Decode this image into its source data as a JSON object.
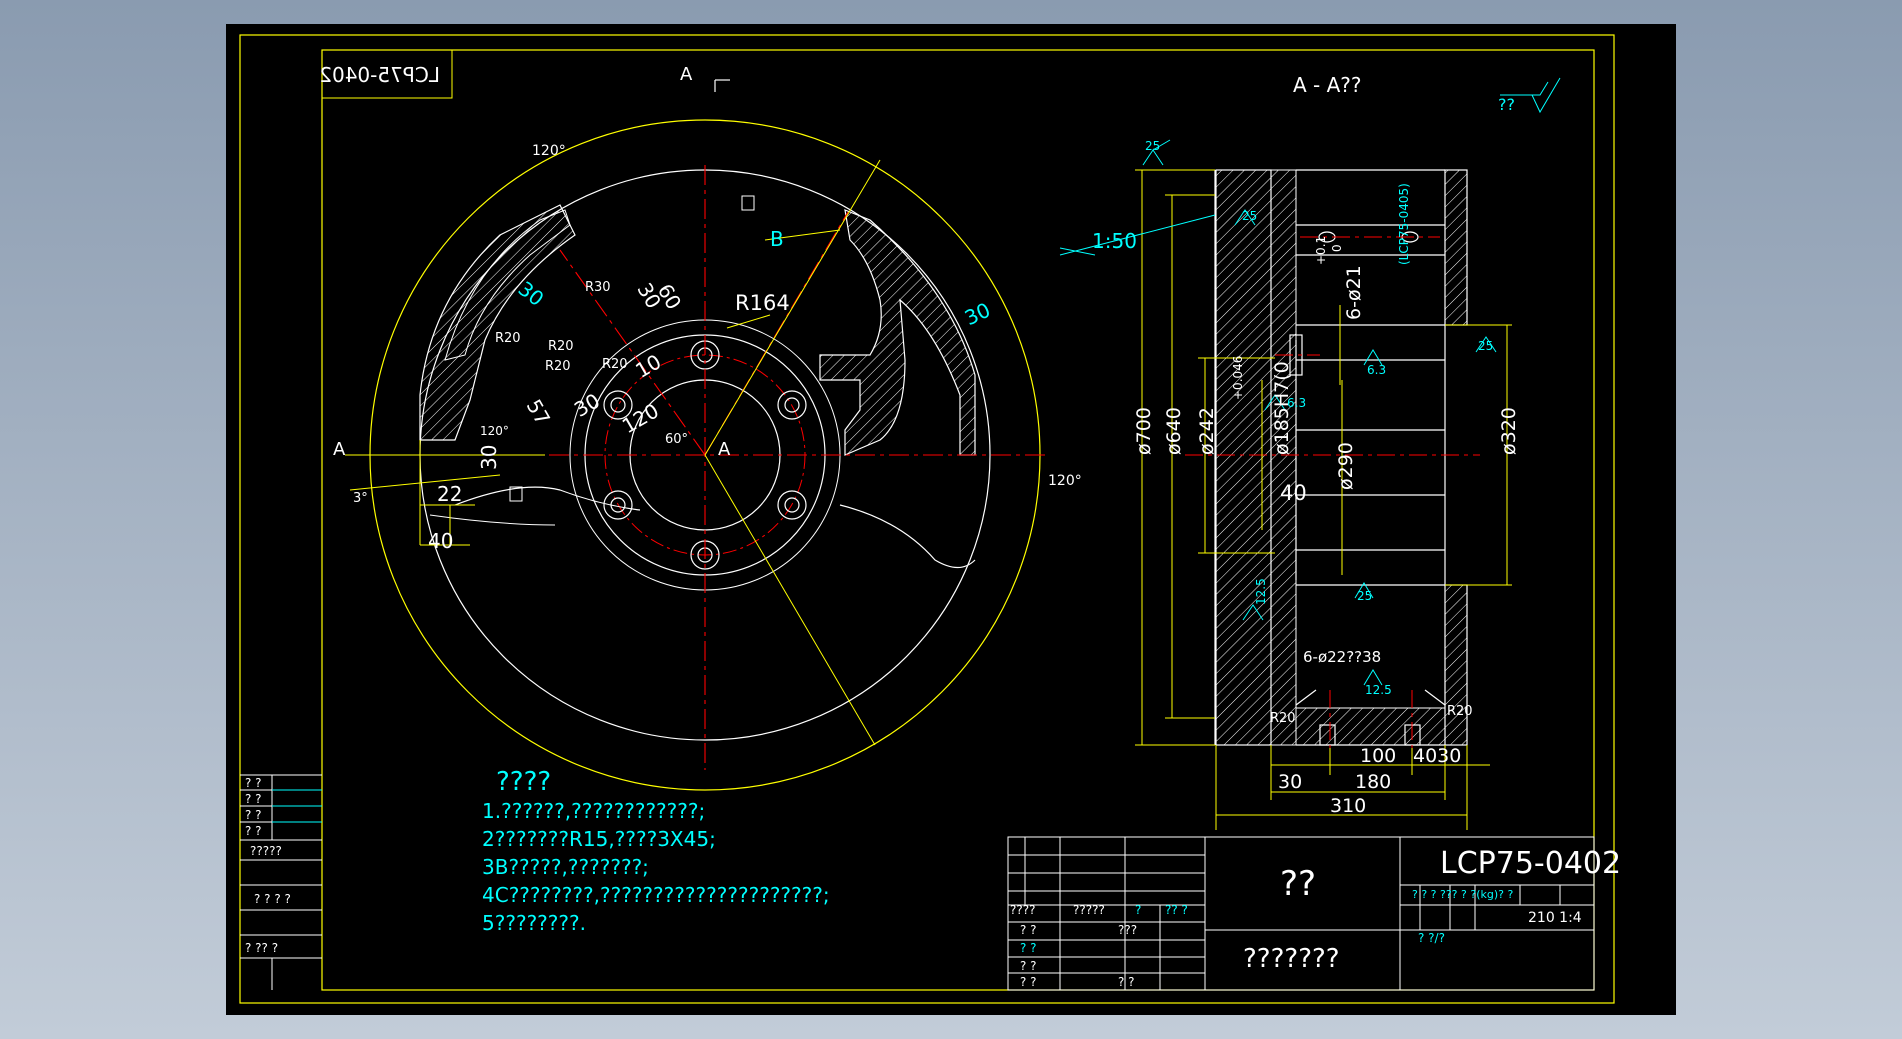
{
  "drawing_number": "LCP75-0402",
  "drawing_number_mirrored": "LCP75-0402",
  "section_label": "A  -  A??",
  "section_marker": "A",
  "roughness_note": "??",
  "colors": {
    "background_outer": "#9aa8ba",
    "sheet": "#000000",
    "frame": "#ffff00",
    "geometry": "#ffffff",
    "centerline": "#ff0000",
    "dimension": "#ffff00",
    "annotation": "#00ffff"
  },
  "front_view": {
    "angle_labels": [
      "120°",
      "120°",
      "120°",
      "60°",
      "3°"
    ],
    "dims": [
      "R164",
      "R30",
      "R20",
      "R20",
      "R20",
      "R20",
      "30",
      "30",
      "60",
      "57",
      "30",
      "120",
      "30",
      "22",
      "40",
      "30",
      "10"
    ],
    "point_labels": [
      "A",
      "A",
      "B"
    ]
  },
  "section_view": {
    "dims": [
      "ø700",
      "ø640",
      "ø242",
      "ø185H7(0",
      "+0.046",
      "ø290",
      "ø320",
      "40",
      "30",
      "180",
      "310",
      "100",
      "4030",
      "R20",
      "R20",
      "1:50",
      "6-ø21",
      "+0.1",
      "0",
      "6-ø22??38",
      "(LCP75-0405)"
    ],
    "roughness": [
      "25",
      "25",
      "6.3",
      "6.3",
      "25",
      "25",
      "12.5",
      "12.5"
    ]
  },
  "notes": {
    "title": "????",
    "lines": [
      "1.??????,????????????;",
      "2???????R15,????3X45;",
      "3B?????,???????;",
      "4C????????,?????????????????????;",
      "5????????."
    ]
  },
  "left_strip": {
    "rows": [
      "? ?",
      "? ?",
      "? ?",
      "? ?",
      "?????",
      "? ? ? ?",
      "? ?? ?"
    ]
  },
  "title_block": {
    "part_name": "??",
    "material": "???????",
    "drawing_no": "LCP75-0402",
    "left_rows": [
      "????",
      "?????",
      "?",
      "?? ?",
      "? ?",
      "???",
      "? ?",
      "? ?",
      "? ?",
      "? ?"
    ],
    "info_header": "? ? ? ???  ? ?(kg)? ?",
    "info_values": "210 1:4",
    "info_footer": "?          ?/?"
  }
}
